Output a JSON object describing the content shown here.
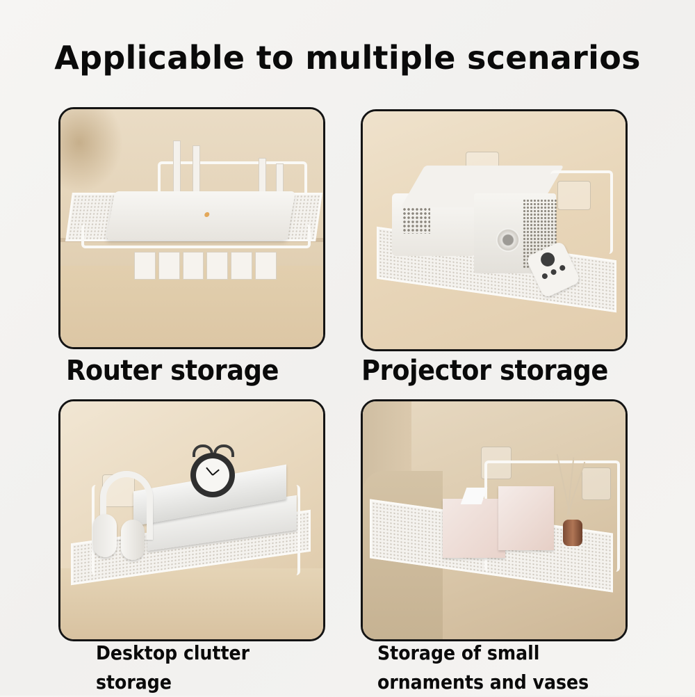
{
  "header": {
    "title": "Applicable to multiple scenarios"
  },
  "scenarios": [
    {
      "caption": "Router storage",
      "image": "router-on-wall-shelf"
    },
    {
      "caption": "Projector storage",
      "image": "projector-on-wall-shelf"
    },
    {
      "caption_line1": "Desktop clutter",
      "caption_line2": "storage",
      "image": "clock-books-headphones-on-wall-shelf"
    },
    {
      "caption_line1": "Storage of small",
      "caption_line2": "ornaments and vases",
      "image": "tissue-box-diffuser-on-wall-shelf"
    }
  ],
  "colors": {
    "background": "#f4f3f1",
    "panel_border": "#141414",
    "wall_beige": "#e6d6bd",
    "text": "#0a0a0a"
  }
}
